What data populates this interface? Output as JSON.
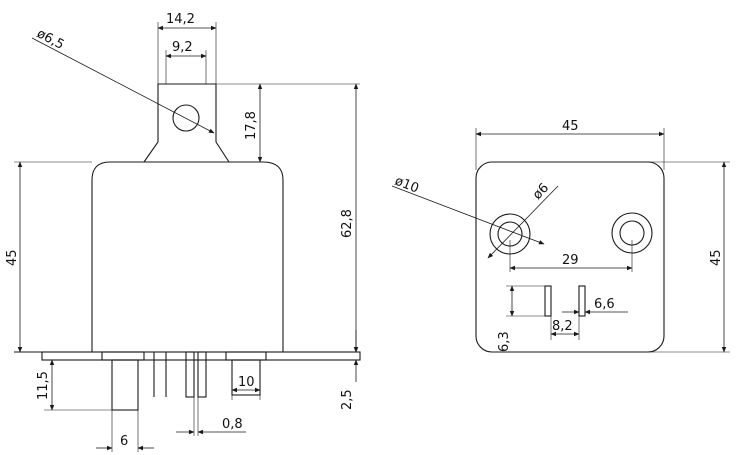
{
  "side_view": {
    "bracket_width": "14,2",
    "bracket_inner_width": "9,2",
    "hole_diameter": "ø6,5",
    "bracket_height": "17,8",
    "body_height": "45",
    "total_height": "62,8",
    "pin_length": "11,5",
    "pin_width": "6",
    "blade_width": "10",
    "blade_gap": "0,8",
    "base_thickness": "2,5"
  },
  "bottom_view": {
    "width": "45",
    "height": "45",
    "hole_outer_diameter": "ø10",
    "hole_inner_diameter": "ø6",
    "hole_spacing": "29",
    "terminal_height": "6,3",
    "terminal_pitch": "8,2",
    "terminal_width": "6,6"
  },
  "colors": {
    "line": "#1a1a1a",
    "background": "#ffffff"
  }
}
